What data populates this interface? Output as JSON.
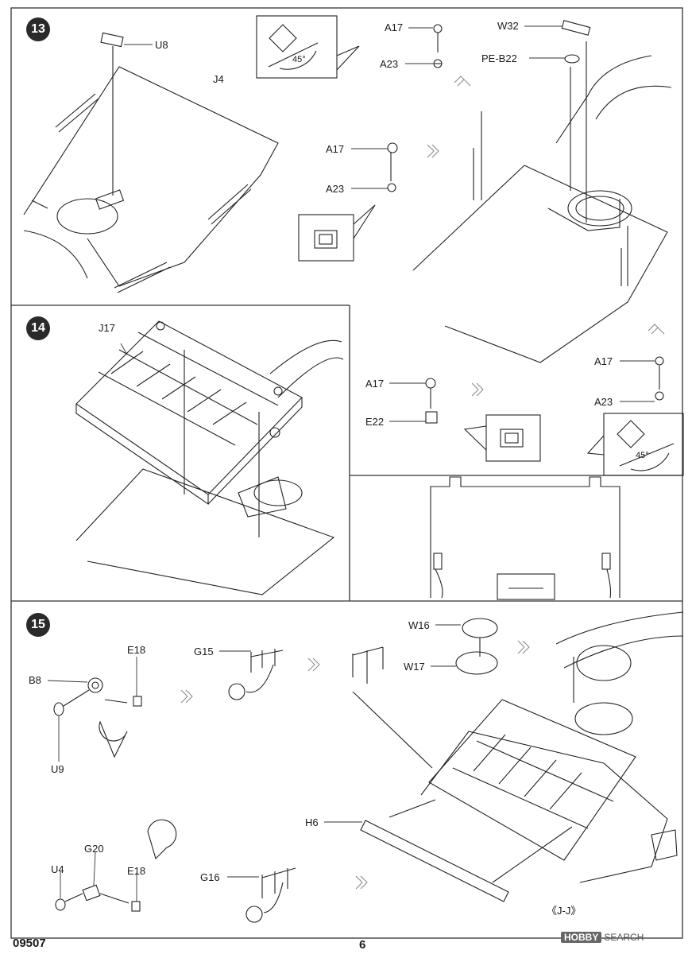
{
  "steps": [
    {
      "number": "13"
    },
    {
      "number": "14"
    },
    {
      "number": "15"
    }
  ],
  "labels": {
    "step13": [
      "U8",
      "J4",
      "A17",
      "A23",
      "W32",
      "PE-B22",
      "A17",
      "A23"
    ],
    "step13_angle": "45°",
    "step13_right": [
      "A17",
      "E22",
      "A17",
      "A23"
    ],
    "step13_angle2": "45°",
    "step14": [
      "J17"
    ],
    "step15": [
      "E18",
      "G15",
      "W16",
      "W17",
      "B8",
      "U9",
      "H6",
      "G20",
      "U4",
      "E18",
      "G16"
    ]
  },
  "view_label": "《J-J》",
  "footer": {
    "kit_number": "09507",
    "page_number": "6"
  },
  "watermark": {
    "logo": "HOBBY",
    "text": "SEARCH"
  }
}
